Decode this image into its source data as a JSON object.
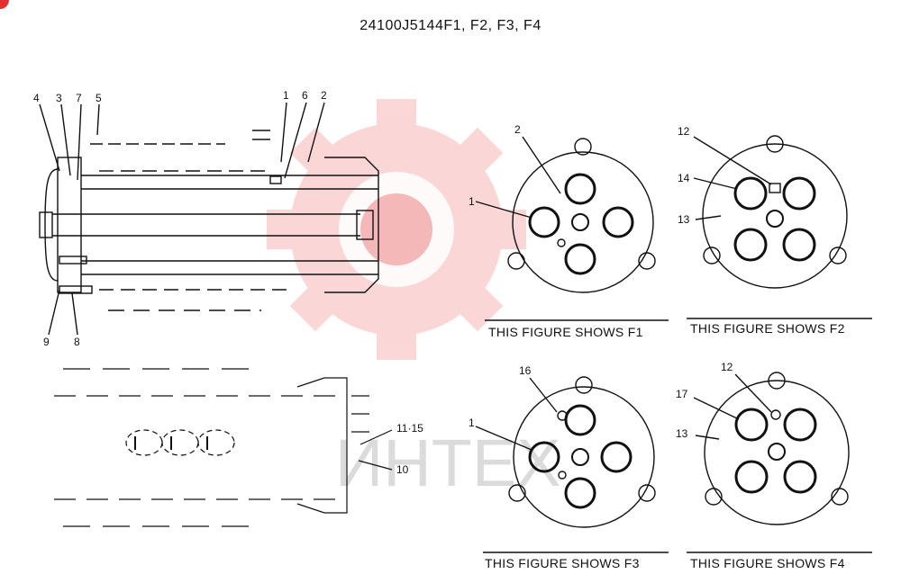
{
  "title": "24100J5144F1, F2, F3, F4",
  "watermark": {
    "text": "ИНТЕХ",
    "color": "#f07070"
  },
  "side_view": {
    "callouts": [
      "4",
      "3",
      "7",
      "5",
      "1",
      "6",
      "2",
      "9",
      "8"
    ]
  },
  "bottom_view": {
    "callouts": [
      "11·15",
      "10"
    ]
  },
  "figures": [
    {
      "caption": "THIS FIGURE SHOWS  F1",
      "callouts": [
        "2",
        "1"
      ]
    },
    {
      "caption": "THIS FIGURE SHOWS  F2",
      "callouts": [
        "12",
        "14",
        "13"
      ]
    },
    {
      "caption": "THIS FIGURE SHOWS  F3",
      "callouts": [
        "16",
        "1"
      ]
    },
    {
      "caption": "THIS FIGURE SHOWS  F4",
      "callouts": [
        "12",
        "17",
        "13"
      ]
    }
  ]
}
